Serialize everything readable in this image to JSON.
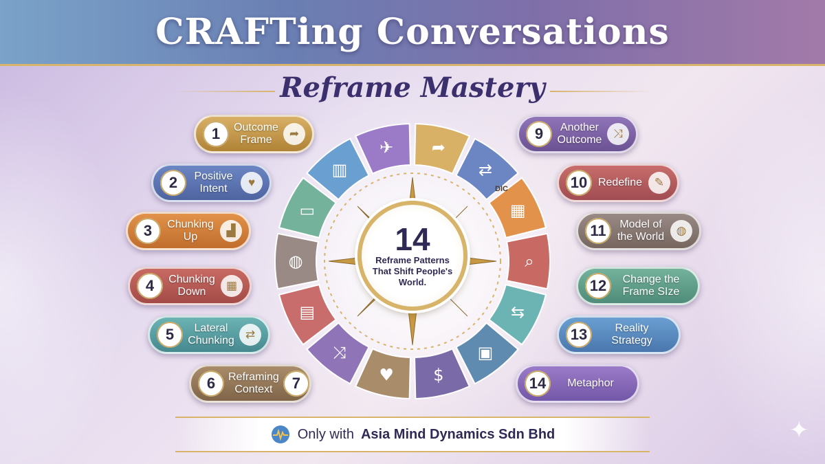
{
  "title": "CRAFTing Conversations",
  "subtitle": "Reframe Mastery",
  "center": {
    "number": "14",
    "text": "Reframe Patterns That Shift People's World."
  },
  "left_items": [
    {
      "number": "1",
      "label": "Outcome Frame",
      "icon": "arrow-right-icon"
    },
    {
      "number": "2",
      "label": "Positive Intent",
      "icon": "heart-icon"
    },
    {
      "number": "3",
      "label": "Chunking Up",
      "icon": "bar-chart-icon"
    },
    {
      "number": "4",
      "label": "Chunking Down",
      "icon": "blocks-icon"
    },
    {
      "number": "5",
      "label": "Lateral Chunking",
      "icon": "sideways-icon"
    },
    {
      "number": "6",
      "label": "Reframing Context",
      "number2": "7"
    }
  ],
  "right_items": [
    {
      "number": "9",
      "label": "Another Outcome",
      "icon": "shuffle-icon"
    },
    {
      "number": "10",
      "label": "Redefine",
      "icon": "pencil-icon"
    },
    {
      "number": "11",
      "label": "Model of the World",
      "icon": "globe-icon"
    },
    {
      "number": "12",
      "label": "Change the Frame SIze"
    },
    {
      "number": "13",
      "label": "Reality Strategy"
    },
    {
      "number": "14",
      "label": "Metaphor"
    }
  ],
  "wheel_labels": {
    "dictionary": "DIC"
  },
  "footer": {
    "prefix": "Only with",
    "brand": "Asia Mind Dynamics Sdn Bhd"
  },
  "colors": {
    "gold": "#d8b36a",
    "navy": "#2f2a55",
    "title_bar": "#6a7fb3"
  }
}
